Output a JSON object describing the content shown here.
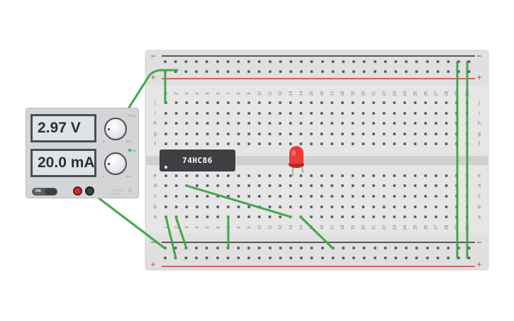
{
  "power_supply": {
    "voltage_display": "2.97 V",
    "current_display": "20.0 mA",
    "switch_label": "ON",
    "voltage_knob_min": "0",
    "voltage_knob_max": "30 V",
    "current_knob_min": "0",
    "current_knob_max": "5 A",
    "cv_indicator": "CV",
    "cc_indicator": "CC",
    "brand_line1": "VOLTAGE",
    "brand_line2": "SUPPLY"
  },
  "breadboard": {
    "columns": [
      "1",
      "2",
      "3",
      "4",
      "5",
      "6",
      "7",
      "8",
      "9",
      "10",
      "11",
      "12",
      "13",
      "14",
      "15",
      "16",
      "17",
      "18",
      "19",
      "20",
      "21",
      "22",
      "23",
      "24",
      "25",
      "26",
      "27",
      "28",
      "29",
      "30"
    ],
    "top_rows": [
      "j",
      "i",
      "h",
      "g",
      "f"
    ],
    "bottom_rows": [
      "e",
      "d",
      "c",
      "b",
      "a"
    ],
    "rail_plus": "+",
    "rail_minus": "−"
  },
  "ic_chip": {
    "label": "74HC86"
  },
  "led": {
    "color": "red"
  },
  "colors": {
    "wire": "#3fa84a",
    "rail_red": "#d13b3b",
    "rail_black": "#2c2c2c",
    "board": "#e6e6e6",
    "led_red": "#ef3a3a"
  }
}
